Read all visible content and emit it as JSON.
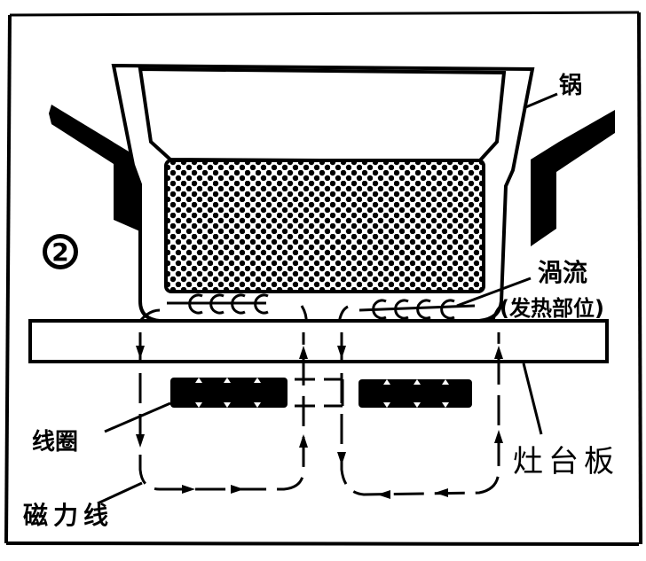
{
  "figure": {
    "number": "2",
    "description": "Induction cooker principle: coil under hob plate produces magnetic field lines inducing eddy currents in pot bottom"
  },
  "labels": {
    "pot": "锅",
    "eddy_current": "渦流",
    "heating_part": "(发热部位)",
    "coil": "线圈",
    "hob_plate": "灶台板",
    "magnetic_lines": "磁力线"
  },
  "colors": {
    "ink": "#000000",
    "background": "#ffffff"
  }
}
